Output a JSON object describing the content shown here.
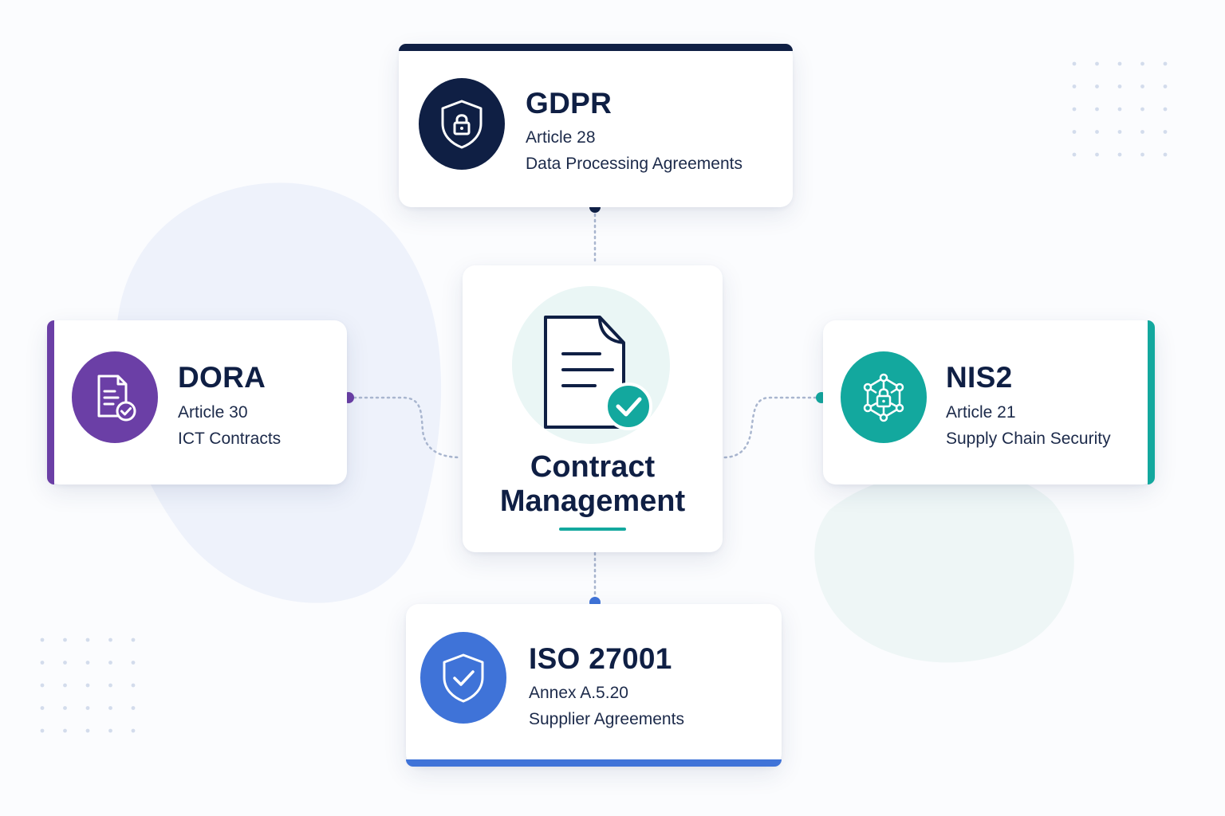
{
  "center": {
    "title_line1": "Contract",
    "title_line2": "Management",
    "icon": "document-check-icon",
    "accent": "#13a89e"
  },
  "frameworks": {
    "gdpr": {
      "title": "GDPR",
      "article": "Article 28",
      "topic": "Data Processing Agreements",
      "icon": "shield-lock-icon",
      "color": "#0f1f44"
    },
    "dora": {
      "title": "DORA",
      "article": "Article 30",
      "topic": "ICT Contracts",
      "icon": "document-check-icon",
      "color": "#6b3fa6"
    },
    "nis2": {
      "title": "NIS2",
      "article": "Article 21",
      "topic": "Supply Chain Security",
      "icon": "network-lock-icon",
      "color": "#13a89e"
    },
    "iso": {
      "title": "ISO 27001",
      "article": "Annex A.5.20",
      "topic": "Supplier Agreements",
      "icon": "shield-check-icon",
      "color": "#3f73d8"
    }
  }
}
